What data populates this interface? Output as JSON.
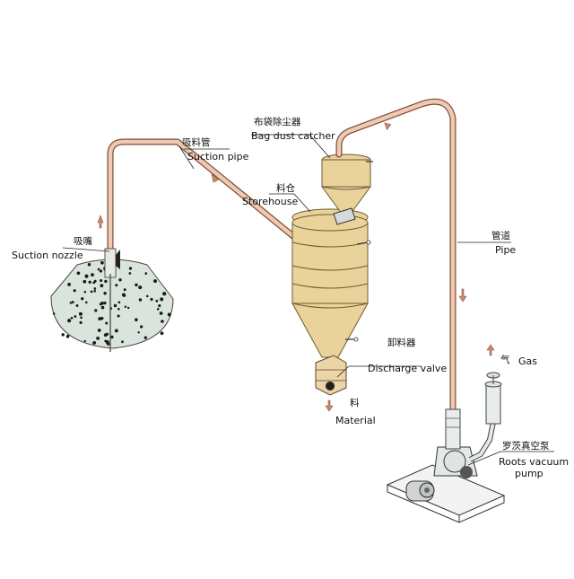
{
  "labels": {
    "suction_pipe_zh": "吸料管",
    "suction_pipe_en": "Suction pipe",
    "bag_dust_catcher_zh": "布袋除尘器",
    "bag_dust_catcher_en": "Bag dust catcher",
    "storehouse_zh": "料仓",
    "storehouse_en": "Storehouse",
    "suction_nozzle_zh": "吸嘴",
    "suction_nozzle_en": "Suction nozzle",
    "pipe_zh": "管道",
    "pipe_en": "Pipe",
    "discharge_valve_zh": "卸料器",
    "discharge_valve_en": "Discharge valve",
    "material_zh": "料",
    "material_en": "Material",
    "gas_zh": "气",
    "gas_en": "Gas",
    "roots_pump_zh": "罗茨真空泵",
    "roots_pump_en_line1": "Roots vacuum",
    "roots_pump_en_line2": "pump"
  },
  "colors": {
    "pipe": "#efc9b0",
    "vessel": "#ead29b",
    "material_pile": "#d8e4dc",
    "arrow": "#c98a6a"
  }
}
